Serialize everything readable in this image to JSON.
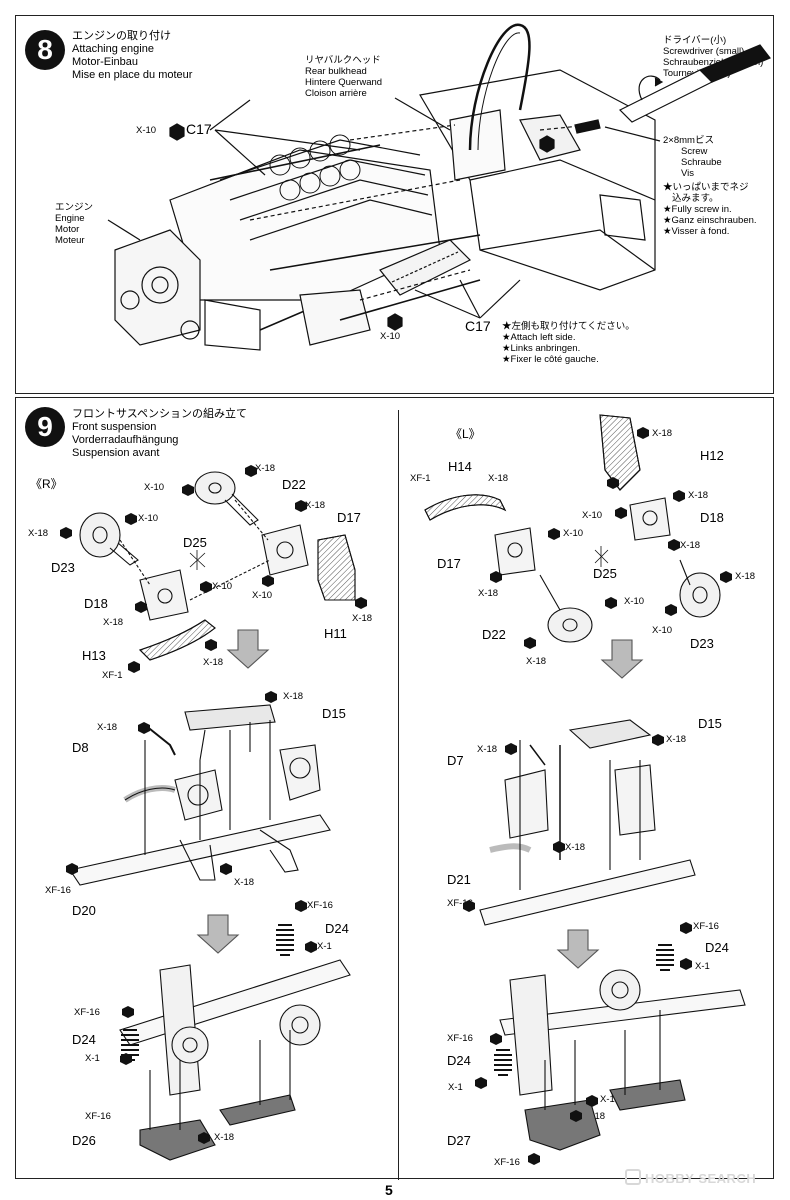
{
  "step8": {
    "number": "8",
    "title": [
      "エンジンの取り付け",
      "Attaching engine",
      "Motor-Einbau",
      "Mise en place du moteur"
    ],
    "rear_bulkhead": [
      "リヤバルクヘッド",
      "Rear bulkhead",
      "Hintere Querwand",
      "Cloison arrière"
    ],
    "screwdriver": [
      "ドライバー(小)",
      "Screwdriver (small)",
      "Schraubenzieher (klein)",
      "Tournevis (petit)"
    ],
    "screw": [
      "2×8mmビス",
      "Screw",
      "Schraube",
      "Vis"
    ],
    "screw_note": [
      "★いっぱいまでネジ",
      "込みます。",
      "★Fully screw in.",
      "★Ganz einschrauben.",
      "★Visser à fond."
    ],
    "engine": [
      "エンジン",
      "Engine",
      "Motor",
      "Moteur"
    ],
    "left_note": [
      "★左側も取り付けてください。",
      "★Attach left side.",
      "★Links anbringen.",
      "★Fixer le côté gauche."
    ],
    "c17_top": "C17",
    "c17_bottom": "C17",
    "x10_top": "X-10",
    "x10_bottom": "X-10"
  },
  "step9": {
    "number": "9",
    "title": [
      "フロントサスペンションの組み立て",
      "Front suspension",
      "Vorderradaufhängung",
      "Suspension avant"
    ],
    "right_side": "《R》",
    "left_side": "《L》",
    "parts_right": {
      "D22": "D22",
      "D17": "D17",
      "D25": "D25",
      "D23": "D23",
      "D18": "D18",
      "H11": "H11",
      "H13": "H13",
      "D15": "D15",
      "D8": "D8",
      "D20": "D20",
      "D24": "D24",
      "D24b": "D24",
      "D26": "D26"
    },
    "parts_left": {
      "H14": "H14",
      "H12": "H12",
      "D18": "D18",
      "D17": "D17",
      "D25": "D25",
      "D22": "D22",
      "D23": "D23",
      "D15": "D15",
      "D7": "D7",
      "D21": "D21",
      "D24": "D24",
      "D24b": "D24",
      "D27": "D27"
    },
    "fasteners": {
      "x18": "X-18",
      "x10": "X-10",
      "x1": "X-1",
      "xf1": "XF-1",
      "xf16": "XF-16"
    }
  },
  "page_number": "5",
  "watermark": "HOBBY SEARCH"
}
